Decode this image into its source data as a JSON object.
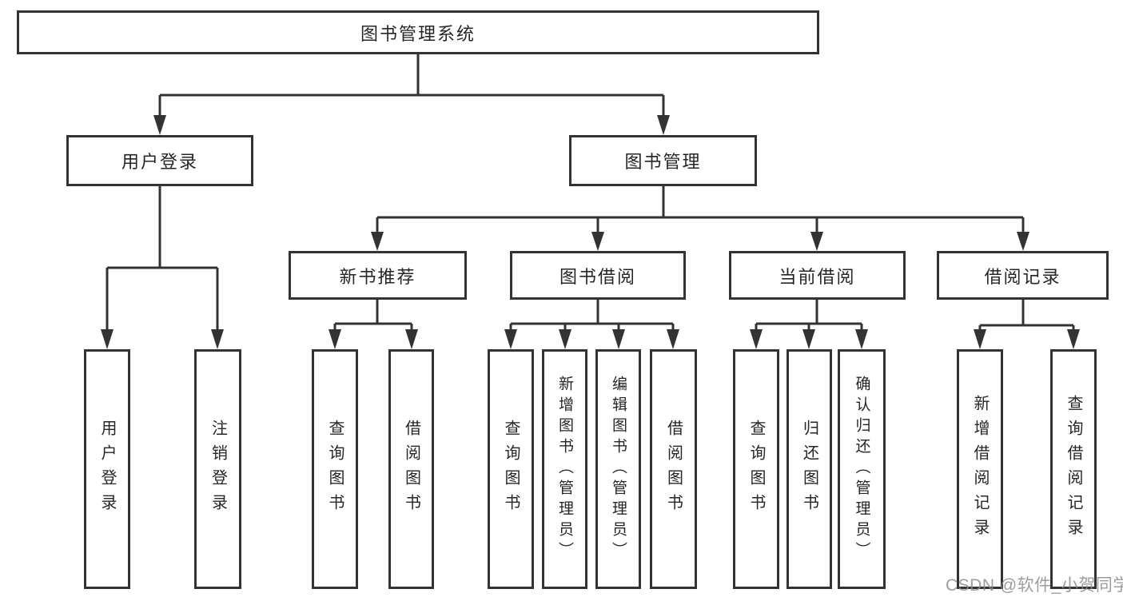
{
  "diagram": {
    "title": "图书管理系统",
    "root": {
      "label": "图书管理系统"
    },
    "level2": [
      {
        "id": "user-login",
        "label": "用户登录"
      },
      {
        "id": "book-management",
        "label": "图书管理"
      }
    ],
    "level3": [
      {
        "id": "new-book-recommend",
        "label": "新书推荐",
        "parent": "book-management"
      },
      {
        "id": "book-borrow",
        "label": "图书借阅",
        "parent": "book-management"
      },
      {
        "id": "current-borrow",
        "label": "当前借阅",
        "parent": "book-management"
      },
      {
        "id": "borrow-records",
        "label": "借阅记录",
        "parent": "book-management"
      }
    ],
    "leaves": [
      {
        "label": "用户登录",
        "parent": "user-login"
      },
      {
        "label": "注销登录",
        "parent": "user-login"
      },
      {
        "label": "查询图书",
        "parent": "new-book-recommend"
      },
      {
        "label": "借阅图书",
        "parent": "new-book-recommend"
      },
      {
        "label": "查询图书",
        "parent": "book-borrow"
      },
      {
        "label": "新增图书（管理员）",
        "parent": "book-borrow"
      },
      {
        "label": "编辑图书（管理员）",
        "parent": "book-borrow"
      },
      {
        "label": "借阅图书",
        "parent": "book-borrow"
      },
      {
        "label": "查询图书",
        "parent": "current-borrow"
      },
      {
        "label": "归还图书",
        "parent": "current-borrow"
      },
      {
        "label": "确认归还（管理员）",
        "parent": "current-borrow"
      },
      {
        "label": "新增借阅记录",
        "parent": "borrow-records"
      },
      {
        "label": "查询借阅记录",
        "parent": "borrow-records"
      }
    ]
  },
  "watermark": {
    "text": "CSDN @软件_小贺同学"
  },
  "colors": {
    "line": "#333333",
    "text": "#262626",
    "background": "#ffffff",
    "watermark": "#8c8c8c"
  }
}
